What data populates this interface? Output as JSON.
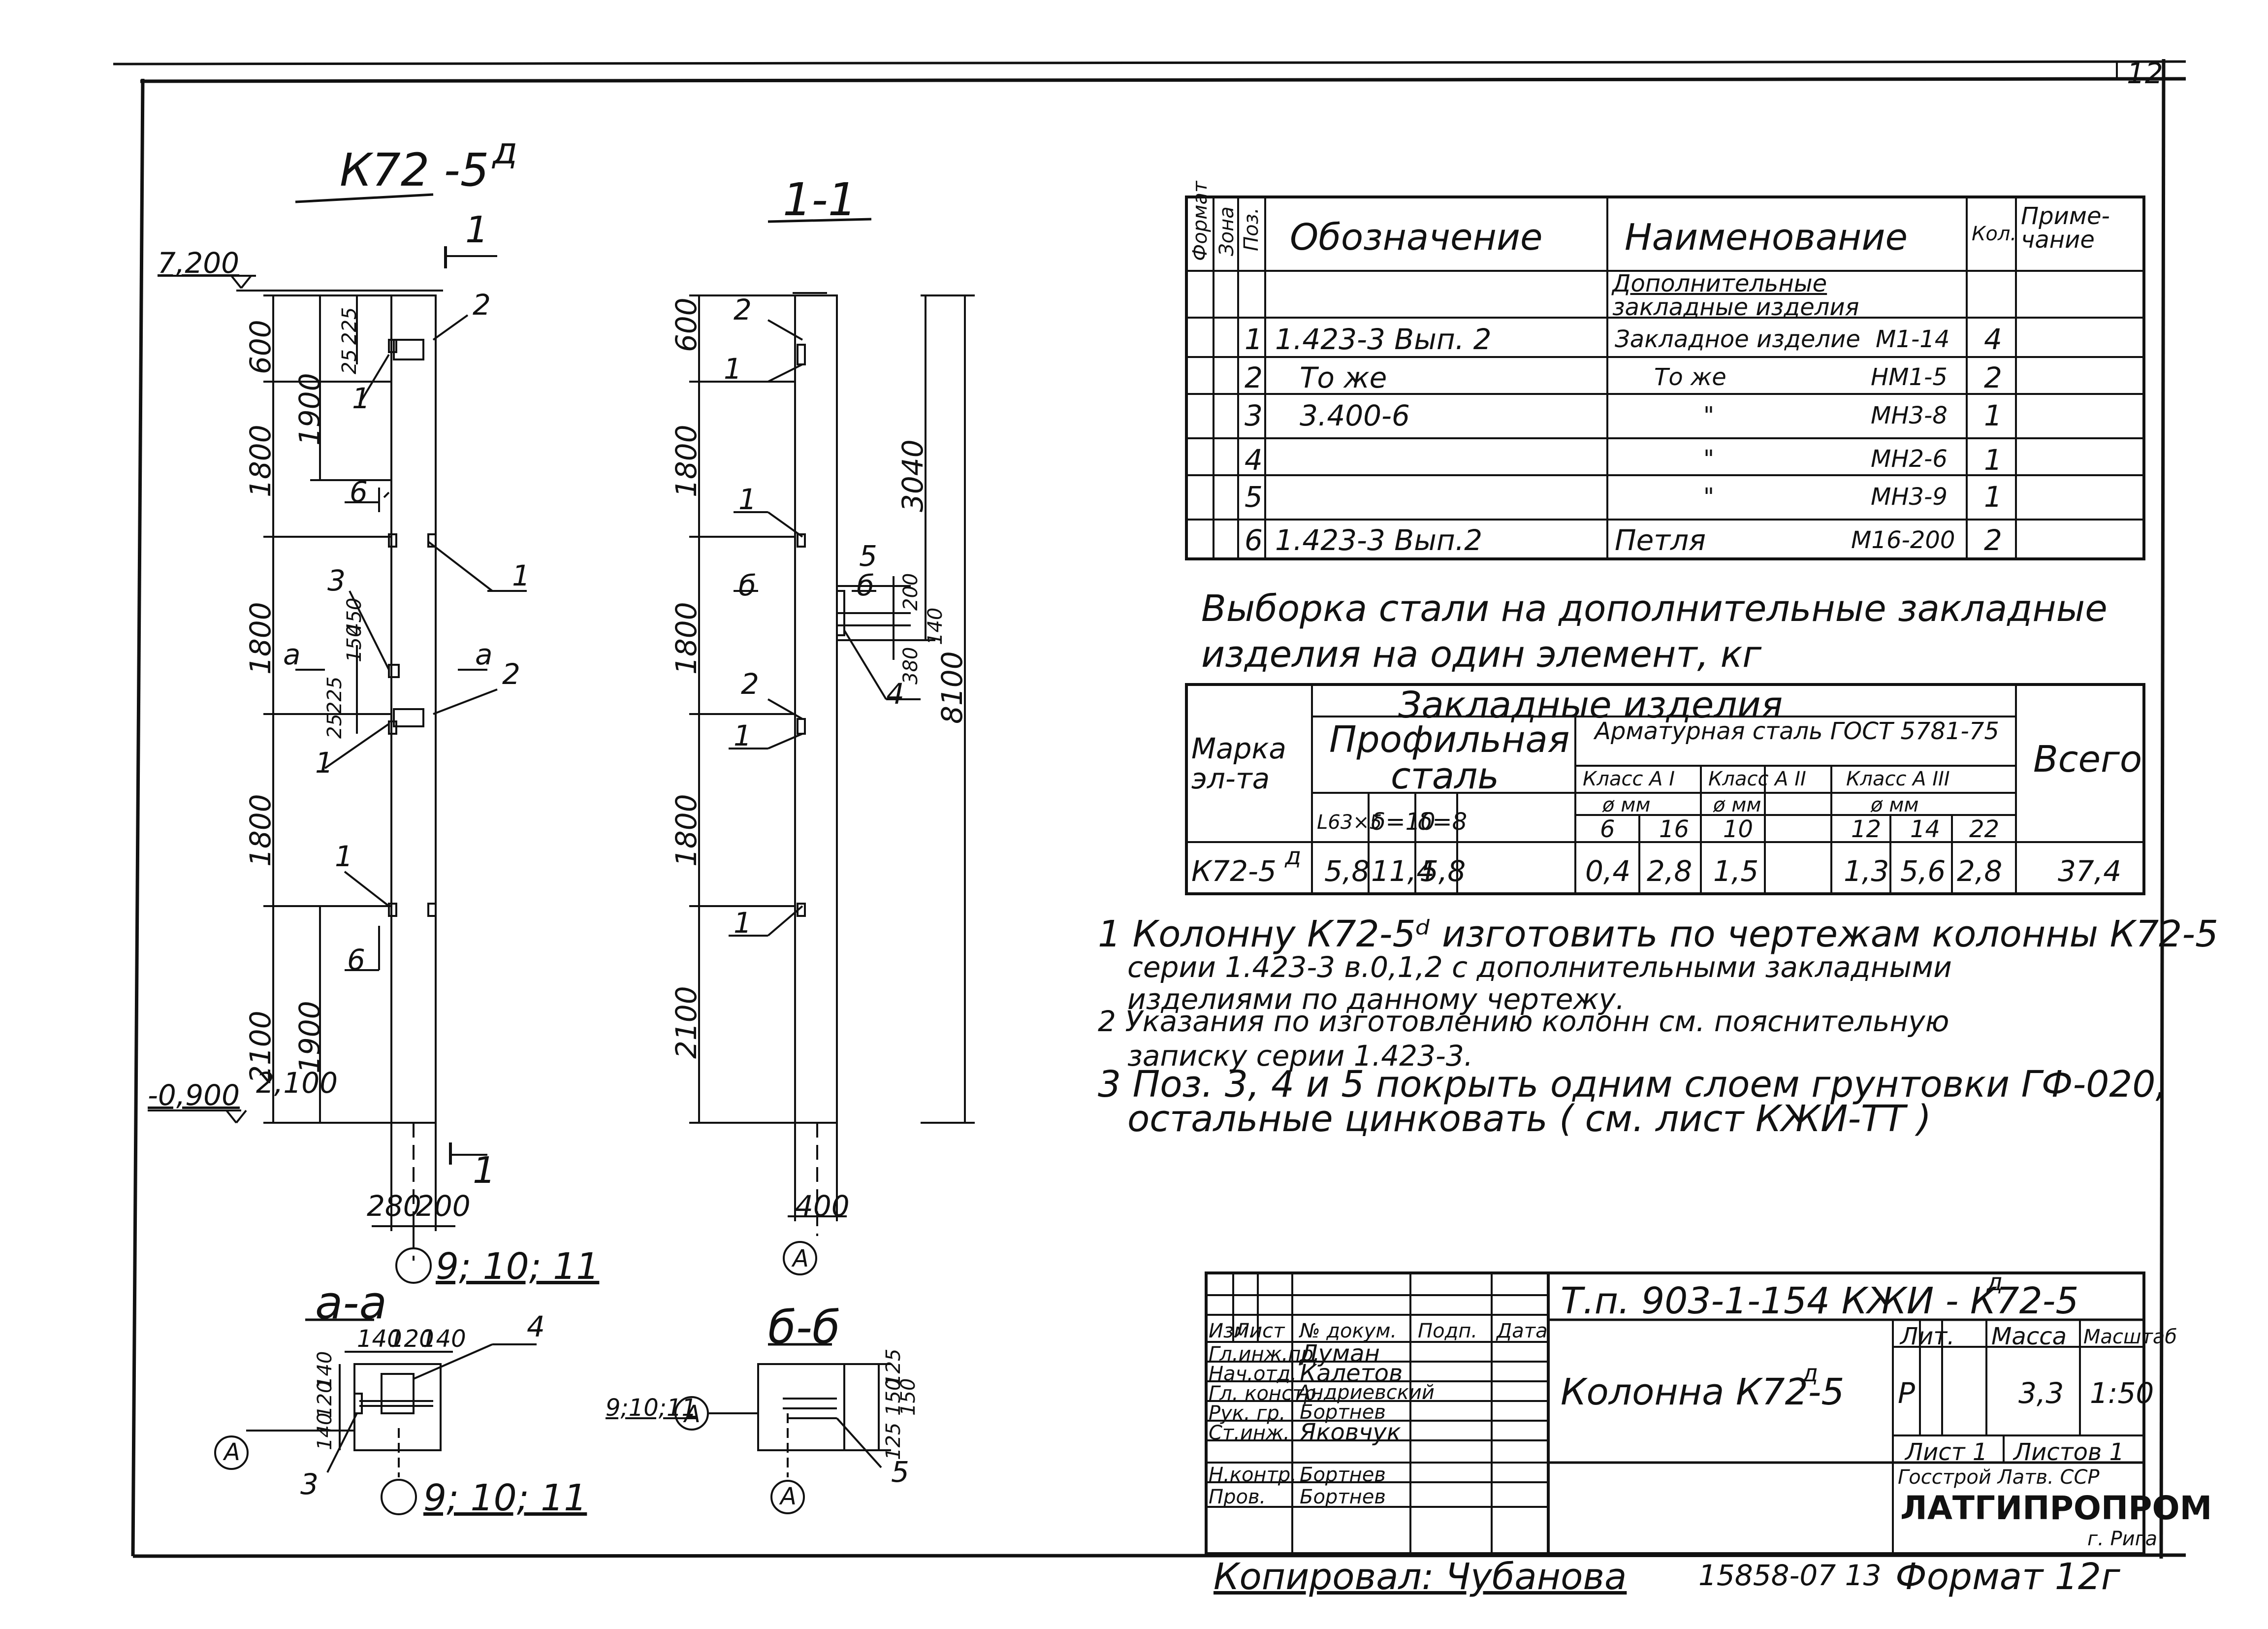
{
  "sheet_number": "12",
  "view_titles": {
    "elevation": "К72 -5",
    "elevation_sup": "д",
    "section_1_1": "1-1",
    "section_a_a": "а-а",
    "section_b_b": "б-б"
  },
  "section_markers": {
    "one": "1",
    "a": "а",
    "b": "б"
  },
  "elevation": {
    "level_top": "7,200",
    "level_mid": "2,100",
    "level_bottom": "-0,900",
    "dims_left": [
      "600",
      "1800",
      "1800",
      "1800",
      "2100"
    ],
    "dims_inner": [
      "1900",
      "1900"
    ],
    "dims_small_top": [
      "225",
      "25"
    ],
    "dims_small_mid": [
      "150",
      "450",
      "225",
      "25"
    ],
    "dims_bottom": [
      "280",
      "200"
    ],
    "callouts": [
      "1",
      "2",
      "1",
      "6",
      "1",
      "3",
      "2",
      "1",
      "1",
      "6"
    ],
    "axis_ref": "9; 10; 11"
  },
  "section": {
    "dims_left": [
      "600",
      "1800",
      "1800",
      "1800",
      "2100"
    ],
    "dims_right": [
      "3040",
      "8100"
    ],
    "dims_right_small": [
      "200",
      "140",
      "380"
    ],
    "callouts": [
      "2",
      "1",
      "1",
      "5",
      "2",
      "1",
      "1",
      "4"
    ],
    "width": "400",
    "axis": "А"
  },
  "section_aa": {
    "dims_top": [
      "140",
      "120",
      "140"
    ],
    "dims_side": [
      "140",
      "120",
      "140"
    ],
    "callouts": [
      "4",
      "3"
    ],
    "axis": "А",
    "axis_ref": "9; 10; 11"
  },
  "section_bb": {
    "dims_side": [
      "125",
      "150",
      "150",
      "125"
    ],
    "callouts": [
      "5"
    ],
    "axis": "А",
    "axis_ref": "9;10;11"
  },
  "spec_table": {
    "headers": [
      "Формат",
      "Зона",
      "Поз.",
      "Обозначение",
      "Наименование",
      "Кол.",
      "Приме-чание"
    ],
    "section_title": "Дополнительные закладные изделия",
    "rows": [
      {
        "pos": "1",
        "designation": "1.423-3  Вып. 2",
        "name": "Закладное изделие",
        "mark": "М1-14",
        "qty": "4"
      },
      {
        "pos": "2",
        "designation": "То же",
        "name": "То же",
        "mark": "НМ1-5",
        "qty": "2"
      },
      {
        "pos": "3",
        "designation": "3.400-6",
        "name": "\"",
        "mark": "МН3-8",
        "qty": "1"
      },
      {
        "pos": "4",
        "designation": "",
        "name": "\"",
        "mark": "МН2-6",
        "qty": "1"
      },
      {
        "pos": "5",
        "designation": "",
        "name": "\"",
        "mark": "МН3-9",
        "qty": "1"
      },
      {
        "pos": "6",
        "designation": "1.423-3  Вып.2",
        "name": "Петля",
        "mark": "М16-200",
        "qty": "2"
      }
    ]
  },
  "steel_title": "Выборка стали на дополнительные закладные изделия на один элемент, кг",
  "steel_table": {
    "col_mark": "Марка эл-та",
    "col_group": "Закладные изделия",
    "col_profile": "Профильная сталь",
    "col_rebar": "Арматурная сталь ГОСТ 5781-75",
    "col_total": "Всего",
    "class_ai": "Класс А I",
    "class_aii": "Класс А II",
    "class_aiii": "Класс А III",
    "dia_unit": "ø мм",
    "profile_sizes": [
      "L63×5",
      "δ=10",
      "δ=8"
    ],
    "dia_ai": [
      "6",
      "16"
    ],
    "dia_aii": [
      "10"
    ],
    "dia_aiii": [
      "12",
      "14",
      "22"
    ],
    "row": {
      "mark": "К72-5",
      "mark_sup": "д",
      "profile": [
        "5,8",
        "11,4",
        "5,8"
      ],
      "ai": [
        "0,4",
        "2,8"
      ],
      "aii": [
        "1,5"
      ],
      "aiii": [
        "1,3",
        "5,6",
        "2,8"
      ],
      "total": "37,4"
    }
  },
  "notes": [
    "1  Колонну К72-5ᵈ изготовить по чертежам колонны К72-5",
    "серии 1.423-3 в.0,1,2 с дополнительными закладными",
    "изделиями по данному чертежу.",
    "2  Указания по изготовлению колонн см. пояснительную",
    "записку серии 1.423-3.",
    "3  Поз. 3, 4 и 5 покрыть одним слоем грунтовки ГФ-020,",
    "остальные цинковать ( см. лист  КЖИ-ТТ )"
  ],
  "title_block": {
    "code": "Т.п. 903-1-154 КЖИ - К72-5",
    "code_sup": "д",
    "name": "Колонна К72-5",
    "name_sup": "д",
    "head_labels": [
      "Изм.",
      "Лист",
      "№ докум.",
      "Подп.",
      "Дата"
    ],
    "roles": [
      "Гл.инж.пр.",
      "Нач.отд.",
      "Гл. констр.",
      "Рук. гр.",
      "Ст.инж.",
      "Н.контр.",
      "Пров."
    ],
    "names": [
      "Думан",
      "Калетов",
      "Андриевский",
      "Бортнев",
      "Яковчук",
      "Бортнев",
      "Бортнев"
    ],
    "stage_label": "Лит.",
    "mass_label": "Масса",
    "scale_label": "Масштаб",
    "stage": "Р",
    "mass": "3,3",
    "scale": "1:50",
    "sheet": "Лист 1",
    "sheets": "Листов 1",
    "org_line1": "Госстрой Латв. ССР",
    "org_name": "ЛАТГИПРОПРОМ",
    "org_city": "г. Рига"
  },
  "footer": {
    "copied": "Копировал: Чубанова",
    "doc_no": "15858-07  13",
    "format": "Формат 12г"
  }
}
